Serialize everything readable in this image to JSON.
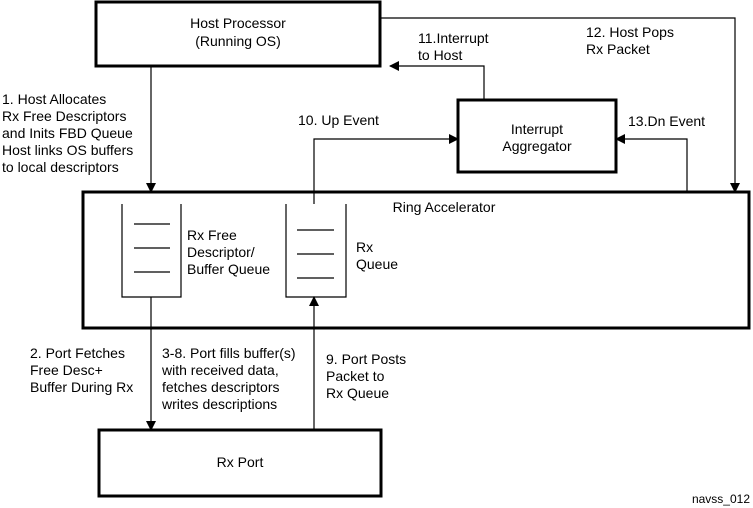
{
  "blocks": {
    "host": {
      "line1": "Host Processor",
      "line2": "(Running OS)"
    },
    "aggregator": {
      "line1": "Interrupt",
      "line2": "Aggregator"
    },
    "ring": {
      "title": "Ring Accelerator"
    },
    "free_queue": {
      "line1": "Rx Free",
      "line2": "Descriptor/",
      "line3": "Buffer Queue"
    },
    "rx_queue": {
      "line1": "Rx",
      "line2": "Queue"
    },
    "rx_port": {
      "label": "Rx Port"
    }
  },
  "steps": {
    "s1": {
      "num": "1.",
      "line1": "Host Allocates",
      "line2": "Rx Free Descriptors",
      "line3": "and Inits FBD Queue",
      "line4": "Host links OS buffers",
      "line5": "to local descriptors"
    },
    "s2": {
      "num": "2.",
      "line1": "Port Fetches",
      "line2": "Free Desc+",
      "line3": "Buffer During Rx"
    },
    "s3": {
      "num": "3-8.",
      "line1": "Port fills buffer(s)",
      "line2": "with received data,",
      "line3": "fetches descriptors",
      "line4": "writes descriptions"
    },
    "s9": {
      "num": "9.",
      "line1": "Port Posts",
      "line2": "Packet to",
      "line3": "Rx Queue"
    },
    "s10": {
      "num": "10.",
      "line1": "Up Event"
    },
    "s11": {
      "num": "11.",
      "line1": "Interrupt",
      "line2": "to Host"
    },
    "s12": {
      "num": "12.",
      "line1": "Host Pops",
      "line2": "Rx Packet"
    },
    "s13": {
      "num": "13.",
      "line1": "Dn Event"
    }
  },
  "figure_id": "navss_012",
  "colors": {
    "stroke": "#000000",
    "background": "#ffffff"
  }
}
